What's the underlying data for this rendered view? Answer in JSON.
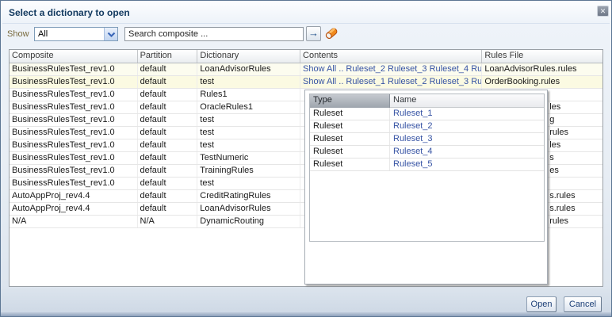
{
  "dialog": {
    "title": "Select a dictionary to open",
    "close_glyph": "✕"
  },
  "toolbar": {
    "show_label": "Show",
    "filter_value": "All",
    "search_value": "Search composite ...",
    "go_glyph": "→"
  },
  "table": {
    "columns": [
      "Composite",
      "Partition",
      "Dictionary",
      "Contents",
      "Rules File"
    ],
    "rows": [
      {
        "composite": "BusinessRulesTest_rev1.0",
        "partition": "default",
        "dictionary": "LoanAdvisorRules",
        "contents": "Show All .. Ruleset_2 Ruleset_3 Ruleset_4 Ru",
        "rules_file": "LoanAdvisorRules.rules",
        "rules_indent": false
      },
      {
        "composite": "BusinessRulesTest_rev1.0",
        "partition": "default",
        "dictionary": "test",
        "contents": "Show All .. Ruleset_1 Ruleset_2 Ruleset_3 Ru",
        "rules_file": "OrderBooking.rules",
        "rules_indent": false
      },
      {
        "composite": "BusinessRulesTest_rev1.0",
        "partition": "default",
        "dictionary": "Rules1",
        "contents": "",
        "rules_file": "",
        "rules_indent": false
      },
      {
        "composite": "BusinessRulesTest_rev1.0",
        "partition": "default",
        "dictionary": "OracleRules1",
        "contents": "",
        "rules_file": "les",
        "rules_indent": true
      },
      {
        "composite": "BusinessRulesTest_rev1.0",
        "partition": "default",
        "dictionary": "test",
        "contents": "",
        "rules_file": "g",
        "rules_indent": true
      },
      {
        "composite": "BusinessRulesTest_rev1.0",
        "partition": "default",
        "dictionary": "test",
        "contents": "",
        "rules_file": "rules",
        "rules_indent": true
      },
      {
        "composite": "BusinessRulesTest_rev1.0",
        "partition": "default",
        "dictionary": "test",
        "contents": "",
        "rules_file": "les",
        "rules_indent": true
      },
      {
        "composite": "BusinessRulesTest_rev1.0",
        "partition": "default",
        "dictionary": "TestNumeric",
        "contents": "",
        "rules_file": "s",
        "rules_indent": true
      },
      {
        "composite": "BusinessRulesTest_rev1.0",
        "partition": "default",
        "dictionary": "TrainingRules",
        "contents": "",
        "rules_file": "es",
        "rules_indent": true
      },
      {
        "composite": "BusinessRulesTest_rev1.0",
        "partition": "default",
        "dictionary": "test",
        "contents": "",
        "rules_file": "",
        "rules_indent": false
      },
      {
        "composite": "AutoAppProj_rev4.4",
        "partition": "default",
        "dictionary": "CreditRatingRules",
        "contents": "",
        "rules_file": "s.rules",
        "rules_indent": true
      },
      {
        "composite": "AutoAppProj_rev4.4",
        "partition": "default",
        "dictionary": "LoanAdvisorRules",
        "contents": "",
        "rules_file": "s.rules",
        "rules_indent": true
      },
      {
        "composite": "N/A",
        "partition": "N/A",
        "dictionary": "DynamicRouting",
        "contents": "",
        "rules_file": "rules",
        "rules_indent": true
      }
    ]
  },
  "popup": {
    "columns": [
      "Type",
      "Name"
    ],
    "rows": [
      {
        "type": "Ruleset",
        "name": "Ruleset_1"
      },
      {
        "type": "Ruleset",
        "name": "Ruleset_2"
      },
      {
        "type": "Ruleset",
        "name": "Ruleset_3"
      },
      {
        "type": "Ruleset",
        "name": "Ruleset_4"
      },
      {
        "type": "Ruleset",
        "name": "Ruleset_5"
      }
    ]
  },
  "footer": {
    "open_label": "Open",
    "cancel_label": "Cancel"
  },
  "colors": {
    "link": "#3653a4",
    "title": "#12395f",
    "highlight_row_1": "#fcfcef",
    "highlight_row_2": "#fbfae2",
    "show_label": "#796a3d"
  }
}
